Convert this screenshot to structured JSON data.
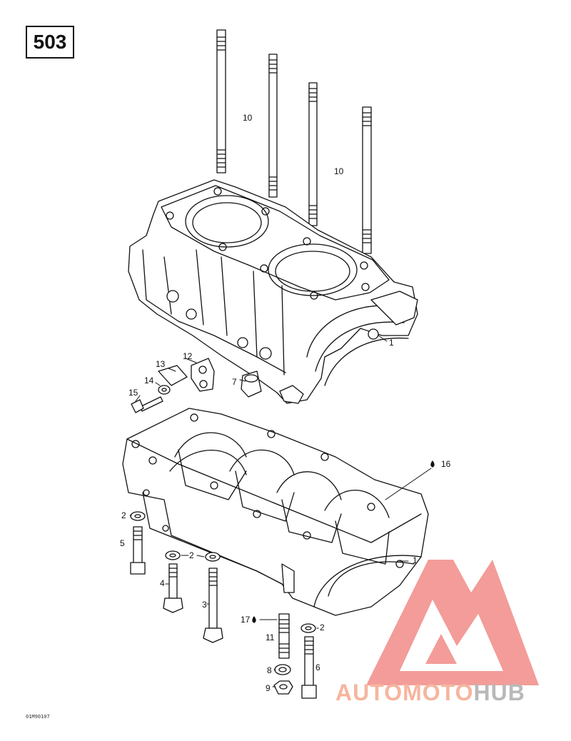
{
  "page_number": "503",
  "diagram_code": "01M90107",
  "callouts": {
    "c10a": "10",
    "c10b": "10",
    "c1a": "1",
    "c12": "12",
    "c13": "13",
    "c14": "14",
    "c15": "15",
    "c7": "7",
    "c16": "16",
    "c2a": "2",
    "c5": "5",
    "c2b": "2",
    "c4": "4",
    "c3": "3",
    "c1b": "1",
    "c17": "17",
    "c11": "11",
    "c2c": "2",
    "c6": "6",
    "c8": "8",
    "c9": "9"
  },
  "watermark": {
    "part1": "AUTOMOTO",
    "part2": "HUB",
    "color_primary": "#ef7b78",
    "color_secondary": "#b9b9b9"
  }
}
